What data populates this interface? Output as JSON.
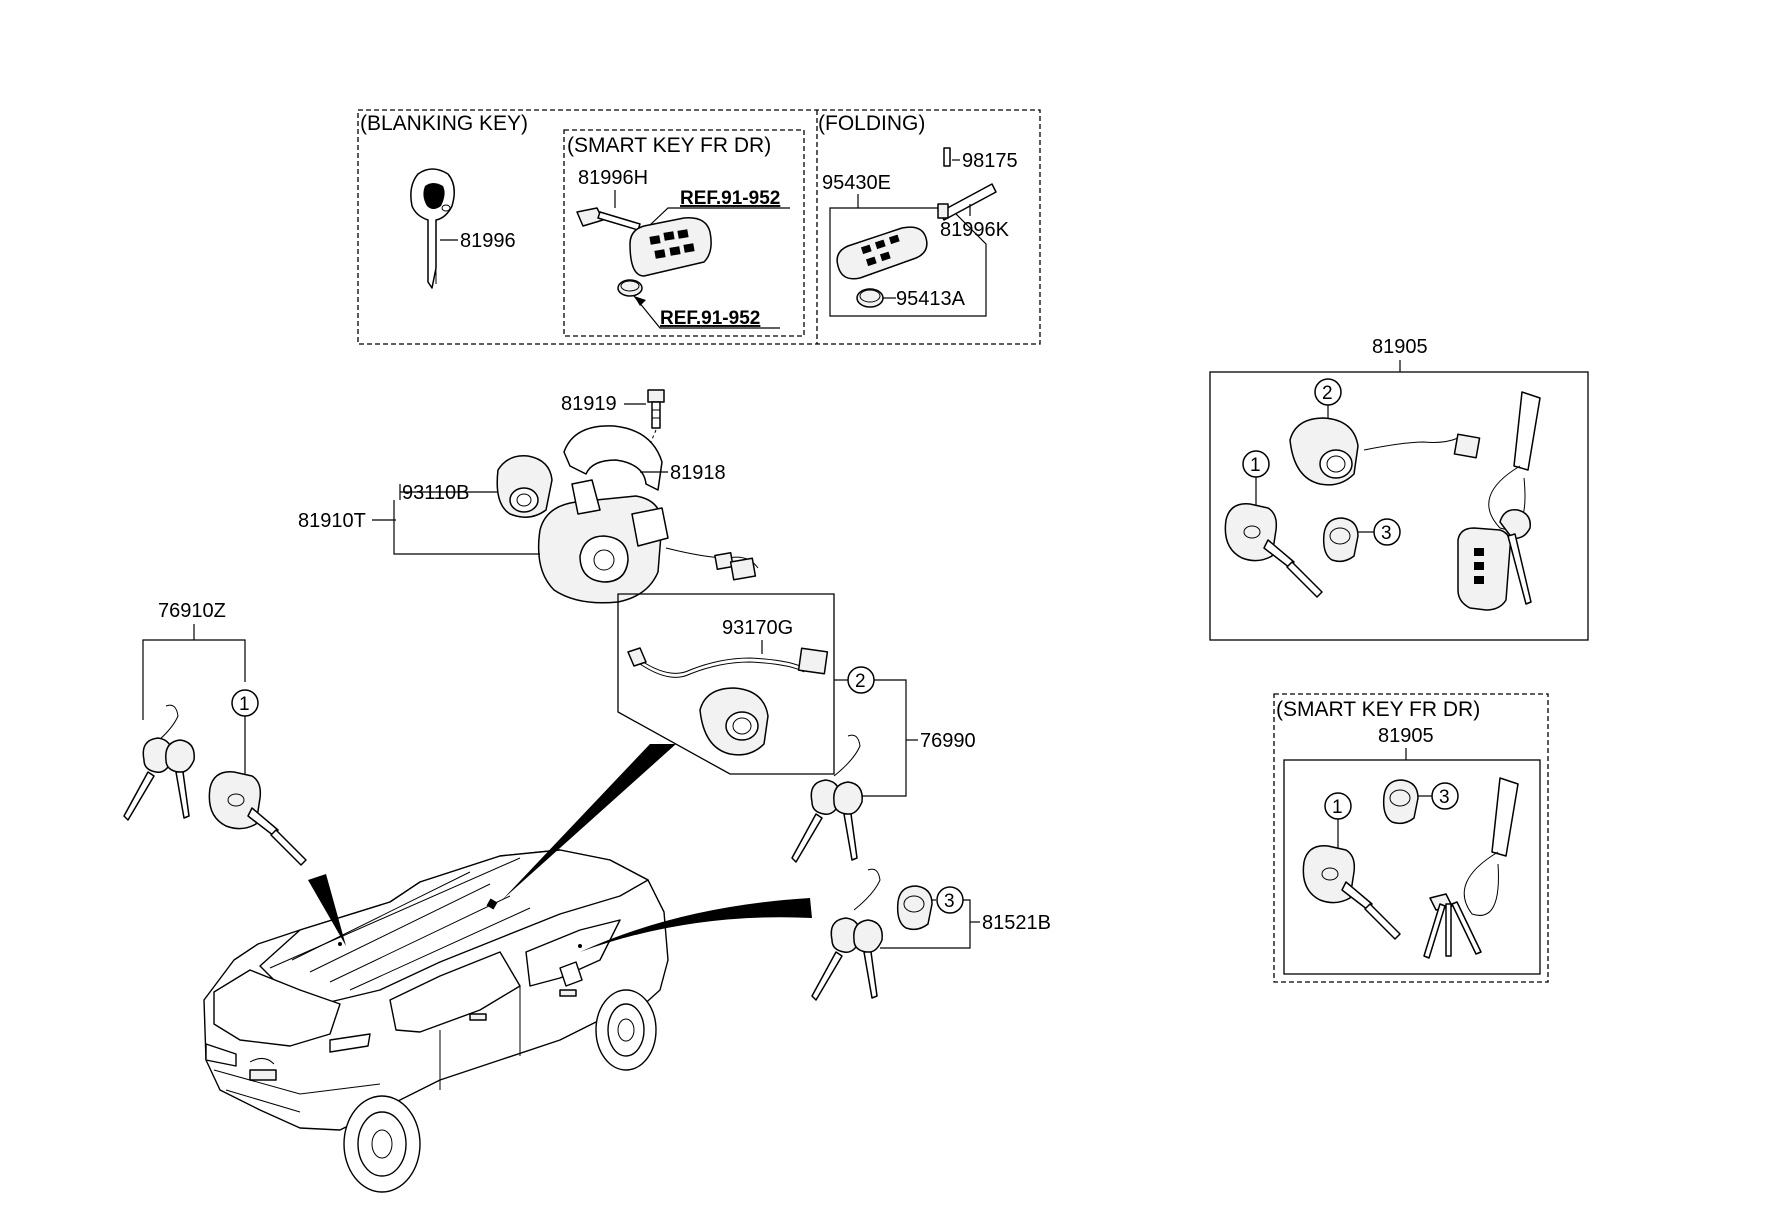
{
  "groups": {
    "blanking_key": "(BLANKING KEY)",
    "smart_key_fr_dr_top": "(SMART KEY FR DR)",
    "folding": "(FOLDING)",
    "smart_key_fr_dr_right": "(SMART KEY FR DR)"
  },
  "parts": {
    "p81996": "81996",
    "p81996H": "81996H",
    "ref1": "REF.91-952",
    "ref2": "REF.91-952",
    "p95430E": "95430E",
    "p98175": "98175",
    "p81996K": "81996K",
    "p95413A": "95413A",
    "p81919": "81919",
    "p81918": "81918",
    "p93110B": "93110B",
    "p81910T": "81910T",
    "p76910Z": "76910Z",
    "p93170G": "93170G",
    "p76990": "76990",
    "p81521B": "81521B",
    "p81905a": "81905",
    "p81905b": "81905"
  },
  "callouts": {
    "c1": "1",
    "c2": "2",
    "c3": "3",
    "c4": "1",
    "c5": "2",
    "c6": "3",
    "c7": "1",
    "c8": "3"
  }
}
